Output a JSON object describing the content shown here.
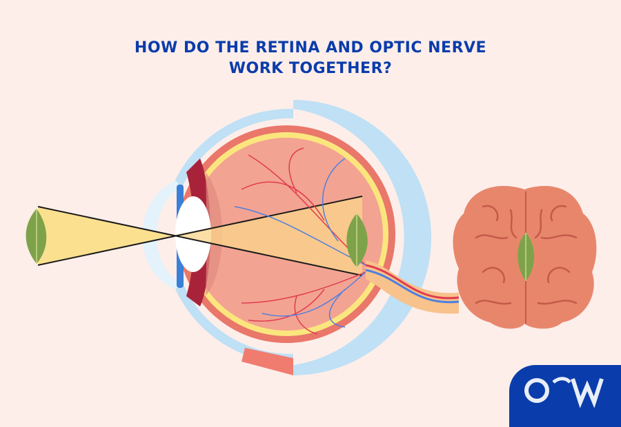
{
  "title": {
    "line1": "HOW DO THE RETINA AND OPTIC NERVE",
    "line2": "WORK TOGETHER?"
  },
  "logo": {
    "text": "OW",
    "background": "#0a3cab",
    "foreground": "#e8eef8"
  },
  "colors": {
    "background": "#fdeeea",
    "title": "#0a3cab",
    "sclera_outer": "#bfe0f5",
    "choroid": "#e9776a",
    "retina_ring": "#fbe67e",
    "vitreous": "#f3a392",
    "light_cone": "#fbe08f",
    "brain": "#e8866c",
    "leaf": "#7ea24a"
  }
}
